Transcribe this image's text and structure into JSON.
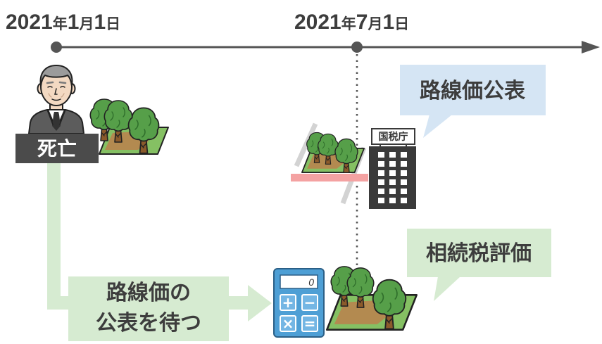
{
  "timeline": {
    "start_date": "2021年1月1日",
    "mid_date": "2021年7月1日"
  },
  "person": {
    "status_label": "死亡"
  },
  "announcement_bubble": {
    "text": "路線価公表"
  },
  "tax_office": {
    "sign": "国税庁"
  },
  "valuation_bubble": {
    "text": "相続税評価"
  },
  "wait_box": {
    "lines": [
      "路線価の",
      "公表を待つ"
    ]
  },
  "calculator": {
    "display": "0",
    "keys": [
      "+",
      "−",
      "×",
      "="
    ]
  },
  "icons": {
    "deceased_person": "elderly-man-icon",
    "property": "trees-on-land-icon",
    "tax_office": "tax-office-building-icon",
    "calculator": "calculator-icon",
    "timeline_arrow": "arrow-right-icon",
    "flow_arrow": "l-shaped-arrow-icon"
  },
  "colors": {
    "timeline": "#555555",
    "text": "#3d3d3d",
    "death_label": "#4b4b4b",
    "announcement_bubble": "#d5e5f4",
    "valuation_bubble": "#d6ebd1",
    "wait_arrow": "#d6ebd1",
    "highlight_bar": "#f4a2a2",
    "calculator_body": "#4e9fd5",
    "tax_office": "#3a3a3a",
    "tree_canopy": "#569f49",
    "tree_trunk": "#8b5a2b",
    "land_grass": "#85c063",
    "land_soil": "#b38a50",
    "break_mark": "#d3d3d3"
  }
}
